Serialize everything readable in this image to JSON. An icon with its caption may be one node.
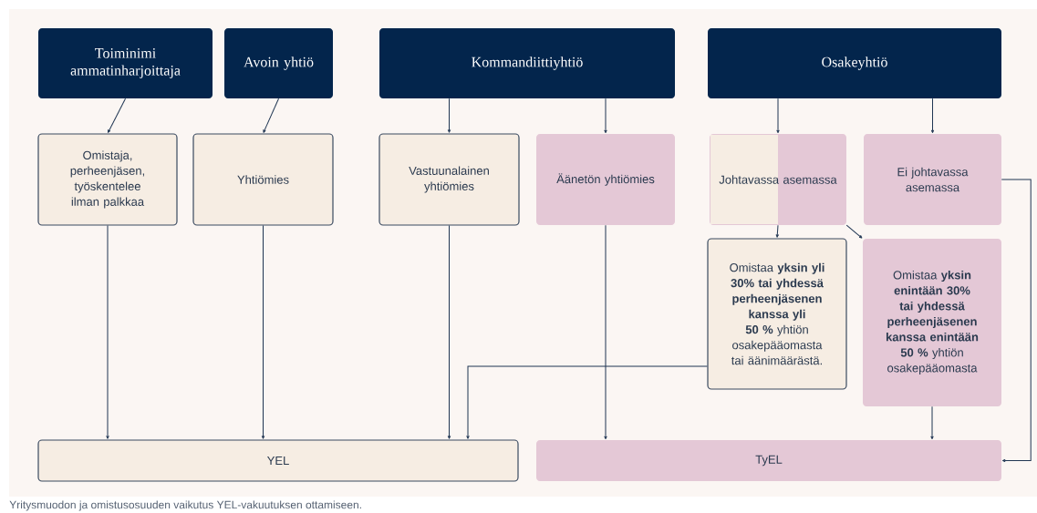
{
  "diagram": {
    "caption": "Yritysmuodon ja omistusosuuden vaikutus YEL-vakuutuksen ottamiseen.",
    "nodes": [
      {
        "text": [
          "Toiminimi ammatinharjoittaja"
        ]
      },
      {
        "text": [
          "Avoin yhtiö"
        ]
      },
      {
        "text": [
          "Kommandiittiyhtiö"
        ]
      },
      {
        "text": [
          "Osakeyhtiö"
        ]
      },
      {
        "text": [
          "Omistaja, perheenjäsen, työskentelee ilman palkkaa"
        ]
      },
      {
        "text": [
          "Yhtiömies"
        ]
      },
      {
        "text": [
          "Vastuunalainen yhtiömies"
        ]
      },
      {
        "text": [
          "Äänetön yhtiömies"
        ]
      },
      {
        "text": [
          "Johtavassa asemassa"
        ]
      },
      {
        "text": [
          "Ei johtavassa asemassa"
        ]
      },
      {
        "text": [
          "Omistaa **yksin yli 30% tai yhdessä perheenjäsenen kanssa yli 50 %** yhtiön osakepääomasta tai äänimäärästä."
        ]
      },
      {
        "text": [
          "Omistaa **yksin enintään 30% tai yhdessä perheenjäsenen kanssa enintään 50 %** yhtiön osakepääomasta"
        ]
      },
      {
        "text": [
          "YEL"
        ]
      },
      {
        "text": [
          "TyEL"
        ]
      }
    ],
    "edges": [
      {
        "from": 0,
        "to": 4,
        "arrow": "to"
      },
      {
        "from": 1,
        "to": 5,
        "arrow": "to"
      },
      {
        "from": 2,
        "to": 6,
        "arrow": "to"
      },
      {
        "from": 2,
        "to": 7,
        "arrow": "to"
      },
      {
        "from": 3,
        "to": 8,
        "arrow": "to"
      },
      {
        "from": 3,
        "to": 9,
        "arrow": "to"
      },
      {
        "from": 8,
        "to": 10,
        "arrow": "to"
      },
      {
        "from": 8,
        "to": 11,
        "arrow": "to"
      },
      {
        "from": 4,
        "to": 12,
        "arrow": "to"
      },
      {
        "from": 5,
        "to": 12,
        "arrow": "to"
      },
      {
        "from": 6,
        "to": 12,
        "arrow": "to"
      },
      {
        "from": 10,
        "to": 12,
        "arrow": "to"
      },
      {
        "from": 7,
        "to": 13,
        "arrow": "to"
      },
      {
        "from": 11,
        "to": 13,
        "arrow": "to"
      },
      {
        "from": 9,
        "to": 13,
        "arrow": "to"
      }
    ]
  }
}
